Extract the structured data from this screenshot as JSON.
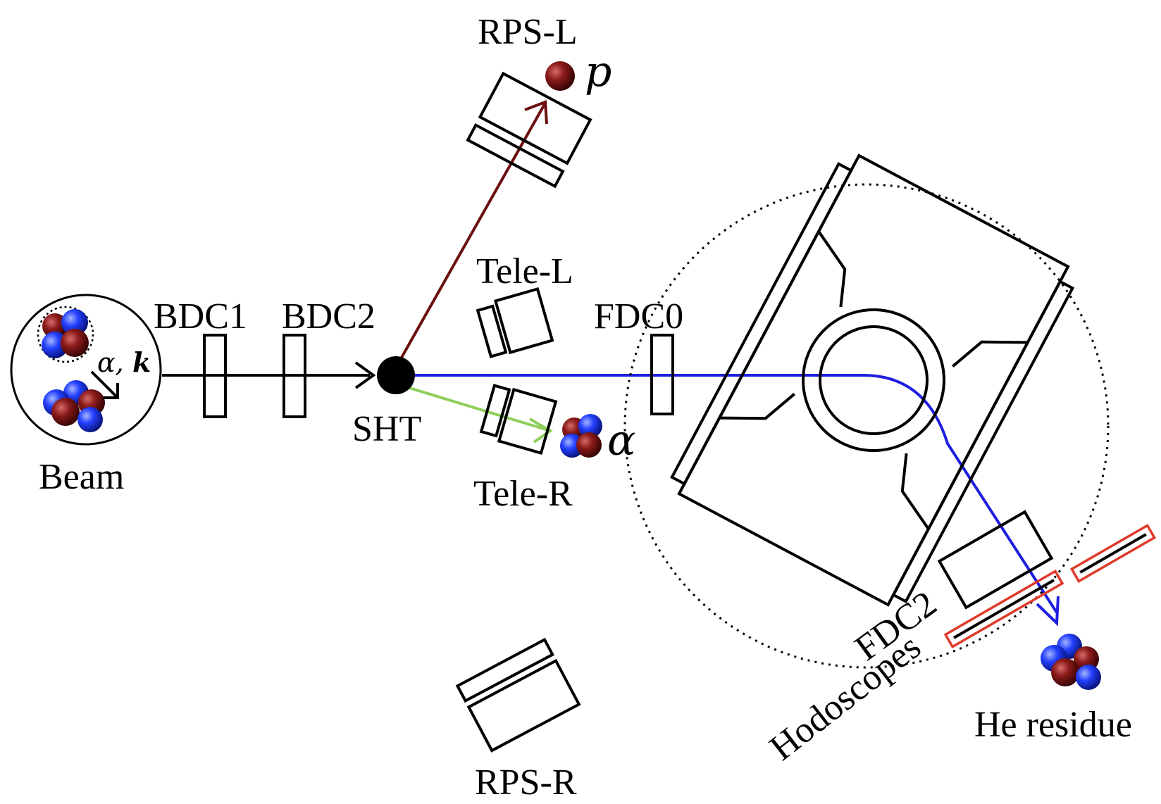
{
  "labels": {
    "beam": "Beam",
    "bdc1": "BDC1",
    "bdc2": "BDC2",
    "sht": "SHT",
    "rps_l": "RPS-L",
    "rps_r": "RPS-R",
    "tele_l": "Tele-L",
    "tele_r": "Tele-R",
    "fdc0": "FDC0",
    "fdc2": "FDC2",
    "hodoscopes": "Hodoscopes",
    "he_residue": "He residue",
    "proton_symbol": "p",
    "alpha_symbol": "α",
    "cluster_alpha": "α,",
    "cluster_k": "k"
  },
  "colors": {
    "beam_line": "#000000",
    "proton_track": "#6b0f0f",
    "alpha_track": "#8fcf5a",
    "residue_track": "#1f1fe0",
    "hodoscope_outline": "#e03a2a",
    "proton_ball": "#8b1a1a",
    "neutron_ball": "#1f3cff"
  }
}
